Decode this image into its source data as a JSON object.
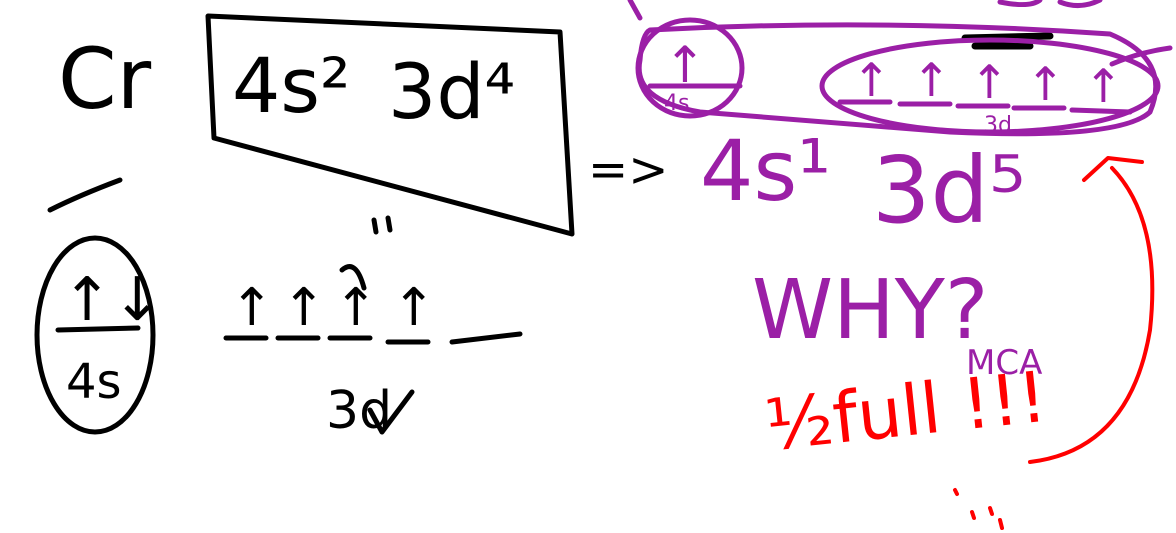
{
  "whiteboard": {
    "ink_colors": {
      "black": "#000000",
      "purple": "#9b1fa6",
      "red": "#ff0000"
    },
    "left": {
      "element_symbol": "Cr",
      "boxed_configuration": {
        "s_part": "4s²",
        "d_part": "3d⁴"
      },
      "arrow": "=>",
      "orbital_4s": {
        "arrows": "↑↓",
        "label": "4s"
      },
      "orbital_3d": {
        "arrows": [
          "↑",
          "↑",
          "↑",
          "↑",
          ""
        ],
        "label": "3d"
      }
    },
    "right": {
      "orbital_4s": {
        "arrows": "↑",
        "label": "4s"
      },
      "orbital_3d": {
        "arrows": [
          "↑",
          "↑",
          "↑",
          "↑",
          "↑"
        ],
        "label": "3d"
      },
      "configuration": {
        "s_part": "4s¹",
        "d_part": "3d⁵"
      },
      "question": "WHY?",
      "note": "MCA",
      "explanation": "½full !!!"
    }
  }
}
